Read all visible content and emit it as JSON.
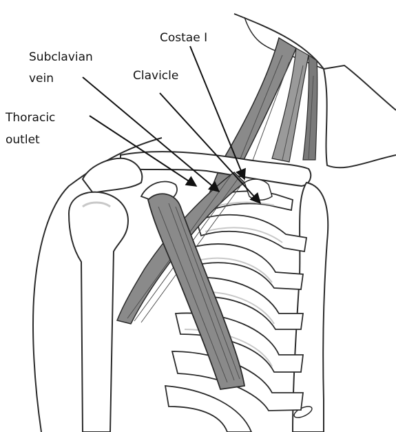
{
  "labels": {
    "costae": "Costae I",
    "subclavian_line1": "Subclavian",
    "subclavian_line2": "vein",
    "clavicle": "Clavicle",
    "thoracic_line1": "Thoracic",
    "thoracic_line2": "outlet"
  },
  "colors": {
    "line": "#2a2a2a",
    "bone_fill": "#ffffff",
    "shadow": "#c8c8c8",
    "muscle": "#8a8a8a",
    "muscle_dark": "#4e4e4e",
    "arrow": "#111111"
  }
}
